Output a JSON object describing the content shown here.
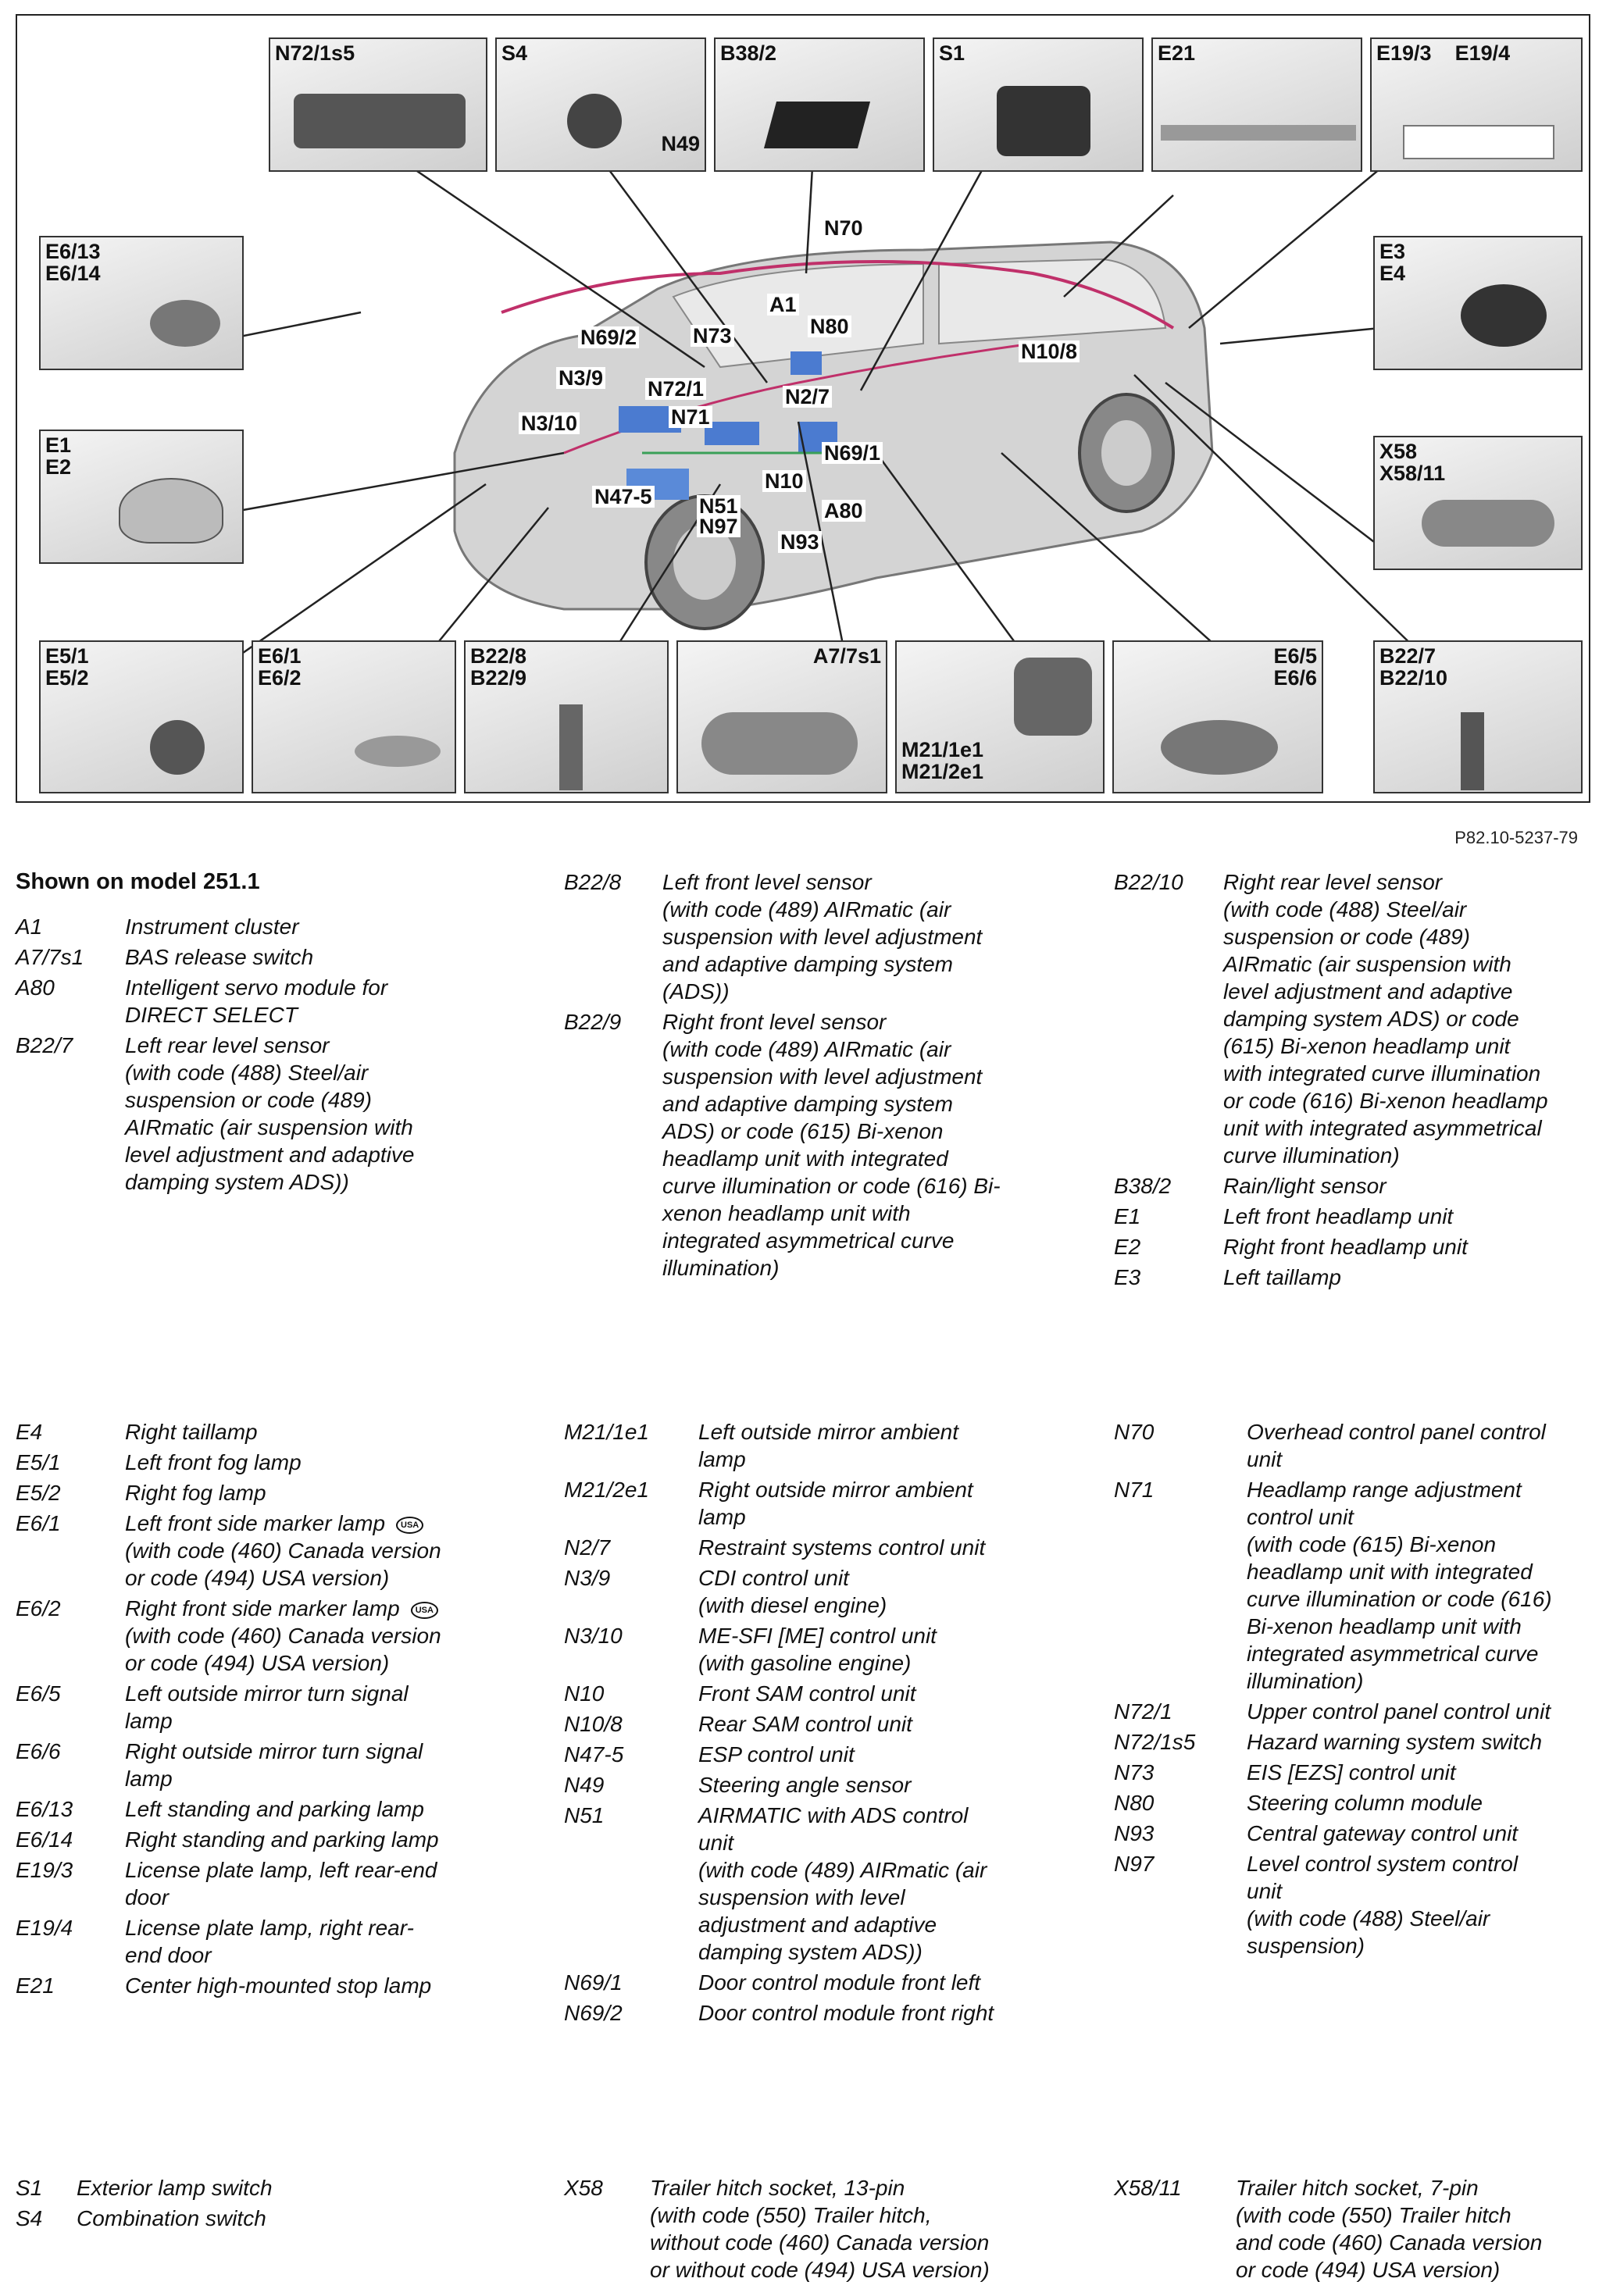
{
  "figure": {
    "figure_id": "P82.10-5237-79",
    "insets": {
      "n72_1s5": "N72/1s5",
      "s4": "S4",
      "n49": "N49",
      "b38_2": "B38/2",
      "s1": "S1",
      "e21": "E21",
      "e19": "E19/3    E19/4",
      "e6_13": "E6/13\nE6/14",
      "e3": "E3\nE4",
      "e1": "E1\nE2",
      "x58": "X58\nX58/11",
      "e5": "E5/1\nE5/2",
      "e6_1": "E6/1\nE6/2",
      "b22_8": "B22/8\nB22/9",
      "a7": "A7/7s1",
      "m21": "M21/1e1\nM21/2e1",
      "e6_5": "E6/5\nE6/6",
      "b22_7": "B22/7\nB22/10"
    },
    "callouts": {
      "n70": "N70",
      "a1": "A1",
      "n80": "N80",
      "n69_2": "N69/2",
      "n73": "N73",
      "n10_8": "N10/8",
      "n3_9": "N3/9",
      "n72_1": "N72/1",
      "n2_7": "N2/7",
      "n71": "N71",
      "n3_10": "N3/10",
      "n69_1": "N69/1",
      "n10": "N10",
      "n47_5": "N47-5",
      "n51": "N51",
      "n97": "N97",
      "a80": "A80",
      "n93": "N93"
    }
  },
  "legend_title": "Shown on model 251.1",
  "usa_badge": "USA",
  "section1": {
    "col1": [
      {
        "code": "A1",
        "desc": "Instrument cluster"
      },
      {
        "code": "A7/7s1",
        "desc": "BAS release switch"
      },
      {
        "code": "A80",
        "desc": "Intelligent servo module for\nDIRECT SELECT"
      },
      {
        "code": "B22/7",
        "desc": "Left rear level sensor\n(with code (488) Steel/air\nsuspension or code (489)\nAIRmatic (air suspension with\nlevel adjustment and adaptive\ndamping system ADS))"
      }
    ],
    "col2": [
      {
        "code": "B22/8",
        "desc": "Left front level sensor\n(with code (489) AIRmatic (air\nsuspension with level adjustment\nand adaptive damping system\n(ADS))"
      },
      {
        "code": "B22/9",
        "desc": "Right front level sensor\n(with code (489) AIRmatic (air\nsuspension with level adjustment\nand adaptive damping system\nADS) or code (615) Bi-xenon\nheadlamp unit with integrated\ncurve illumination or code (616) Bi-\nxenon headlamp unit with\nintegrated asymmetrical curve\nillumination)"
      }
    ],
    "col3": [
      {
        "code": "B22/10",
        "desc": "Right rear level sensor\n(with code (488) Steel/air\nsuspension or code (489)\nAIRmatic (air suspension with\nlevel adjustment and adaptive\ndamping system ADS) or code\n(615) Bi-xenon headlamp unit\nwith integrated curve illumination\nor code (616) Bi-xenon headlamp\nunit with integrated asymmetrical\ncurve illumination)"
      },
      {
        "code": "B38/2",
        "desc": "Rain/light sensor"
      },
      {
        "code": "E1",
        "desc": "Left front headlamp unit"
      },
      {
        "code": "E2",
        "desc": "Right front headlamp unit"
      },
      {
        "code": "E3",
        "desc": "Left taillamp"
      }
    ]
  },
  "section2": {
    "col1": [
      {
        "code": "E4",
        "desc": "Right taillamp"
      },
      {
        "code": "E5/1",
        "desc": "Left front fog lamp"
      },
      {
        "code": "E5/2",
        "desc": "Right fog lamp"
      },
      {
        "code": "E6/1",
        "desc": "Left front side marker lamp",
        "desc2": "(with code (460) Canada version\nor code (494) USA version)"
      },
      {
        "code": "E6/2",
        "desc": "Right front side marker lamp",
        "desc2": "(with code (460) Canada version\nor code (494) USA version)"
      },
      {
        "code": "E6/5",
        "desc": "Left outside mirror turn signal\nlamp"
      },
      {
        "code": "E6/6",
        "desc": "Right outside mirror turn signal\nlamp"
      },
      {
        "code": "E6/13",
        "desc": "Left standing and parking lamp"
      },
      {
        "code": "E6/14",
        "desc": "Right standing and parking lamp"
      },
      {
        "code": "E19/3",
        "desc": "License plate lamp, left rear-end\ndoor"
      },
      {
        "code": "E19/4",
        "desc": "License plate lamp, right rear-\nend door"
      },
      {
        "code": "E21",
        "desc": "Center high-mounted stop lamp"
      }
    ],
    "col2": [
      {
        "code": "M21/1e1",
        "desc": "Left outside mirror ambient\nlamp"
      },
      {
        "code": "M21/2e1",
        "desc": "Right outside mirror ambient\nlamp"
      },
      {
        "code": "N2/7",
        "desc": "Restraint systems control unit"
      },
      {
        "code": "N3/9",
        "desc": "CDI control unit\n(with diesel engine)"
      },
      {
        "code": "N3/10",
        "desc": "ME-SFI [ME] control unit\n(with gasoline engine)"
      },
      {
        "code": "N10",
        "desc": "Front SAM control unit"
      },
      {
        "code": "N10/8",
        "desc": "Rear SAM control unit"
      },
      {
        "code": "N47-5",
        "desc": "ESP control unit"
      },
      {
        "code": "N49",
        "desc": "Steering angle sensor"
      },
      {
        "code": "N51",
        "desc": "AIRMATIC with ADS control\nunit\n(with code (489) AIRmatic (air\nsuspension with level\nadjustment and adaptive\ndamping system ADS))"
      },
      {
        "code": "N69/1",
        "desc": "Door control module front left"
      },
      {
        "code": "N69/2",
        "desc": "Door control module front right"
      }
    ],
    "col3": [
      {
        "code": "N70",
        "desc": "Overhead control panel control\nunit"
      },
      {
        "code": "N71",
        "desc": "Headlamp range adjustment\ncontrol unit\n(with code (615) Bi-xenon\nheadlamp unit with integrated\ncurve illumination or code (616)\nBi-xenon headlamp unit with\nintegrated asymmetrical curve\nillumination)"
      },
      {
        "code": "N72/1",
        "desc": "Upper control panel control unit"
      },
      {
        "code": "N72/1s5",
        "desc": "Hazard warning system switch"
      },
      {
        "code": "N73",
        "desc": "EIS [EZS] control unit"
      },
      {
        "code": "N80",
        "desc": "Steering column module"
      },
      {
        "code": "N93",
        "desc": "Central gateway control unit"
      },
      {
        "code": "N97",
        "desc": "Level control system control\nunit\n(with code (488) Steel/air\nsuspension)"
      }
    ]
  },
  "section3": {
    "col1": [
      {
        "code": "S1",
        "desc": "Exterior lamp switch"
      },
      {
        "code": "S4",
        "desc": "Combination switch"
      }
    ],
    "col2": [
      {
        "code": "X58",
        "desc": "Trailer hitch socket, 13-pin\n(with code (550) Trailer hitch,\nwithout code (460) Canada version\nor without code (494) USA version)"
      }
    ],
    "col3": [
      {
        "code": "X58/11",
        "desc": "Trailer hitch socket, 7-pin\n(with code (550) Trailer hitch\nand code (460) Canada version\nor code (494) USA version)"
      }
    ]
  }
}
